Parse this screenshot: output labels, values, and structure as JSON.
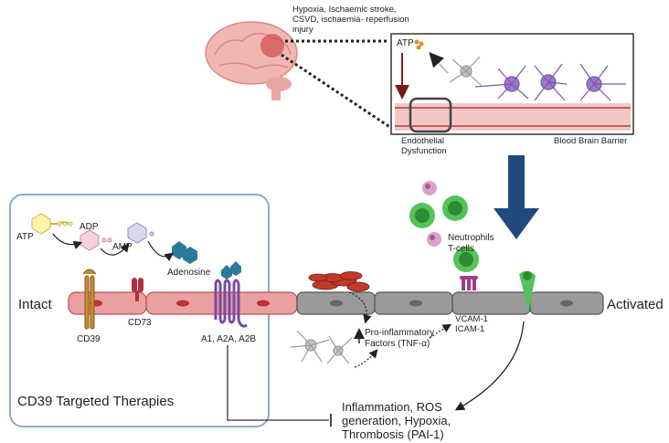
{
  "top_caption": [
    "Hypoxia, Ischaemic stroke,",
    "CSVD, ischaemia- reperfusion",
    "injury"
  ],
  "inset": {
    "atp_label": "ATP",
    "endothelial_label": [
      "Endothelial",
      "Dysfunction"
    ],
    "bbb_label": "Blood Brain Barrier"
  },
  "therapy_box": {
    "title": "CD39 Targeted Therapies",
    "atp": "ATP",
    "adp": "ADP",
    "amp": "AMP",
    "adenosine": "Adenosine",
    "intact": "Intact",
    "cd39": "CD39",
    "cd73": "CD73",
    "receptors": "A1, A2A, A2B"
  },
  "right_side": {
    "activated": "Activated",
    "neutrophils": [
      "Neutrophils",
      "T-cells"
    ],
    "adhesion": [
      "VCAM-1",
      "ICAM-1"
    ],
    "pro_inflammatory": [
      "Pro-inflammatory",
      "Factors (TNF-α)"
    ],
    "outcome": [
      "Inflammation, ROS",
      "generation, Hypoxia,",
      "Thrombosis (PAI-1)"
    ]
  },
  "colors": {
    "endothelium": "#e8a0a0",
    "activated_cell": "#9a9a9a",
    "cd39": "#c98a2e",
    "cd73": "#b03040",
    "receptor": "#7a4aa0",
    "arrow": "#1f4a7a",
    "box_border": "#8fa9c9"
  }
}
